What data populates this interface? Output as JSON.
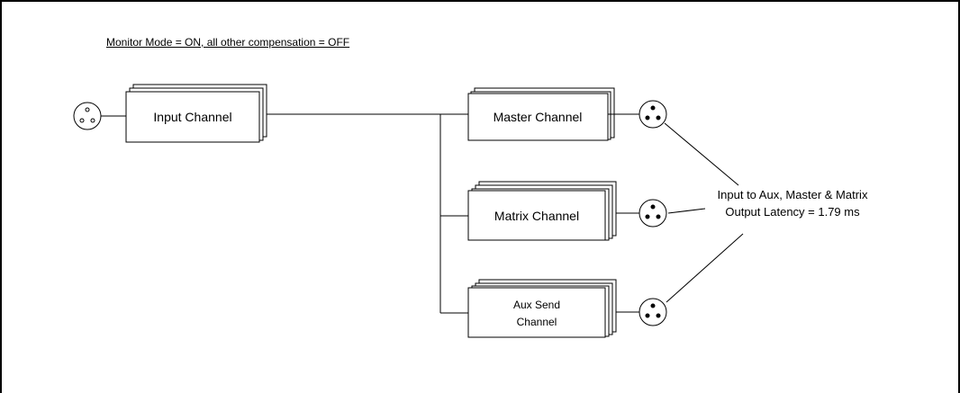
{
  "diagram": {
    "title": "Monitor Mode = ON, all other compensation = OFF",
    "nodes": {
      "input": "Input Channel",
      "master": "Master Channel",
      "matrix": "Matrix Channel",
      "aux_line1": "Aux Send",
      "aux_line2": "Channel"
    },
    "note": {
      "line1": "Input to Aux, Master & Matrix",
      "line2": "Output Latency = 1.79 ms"
    }
  }
}
